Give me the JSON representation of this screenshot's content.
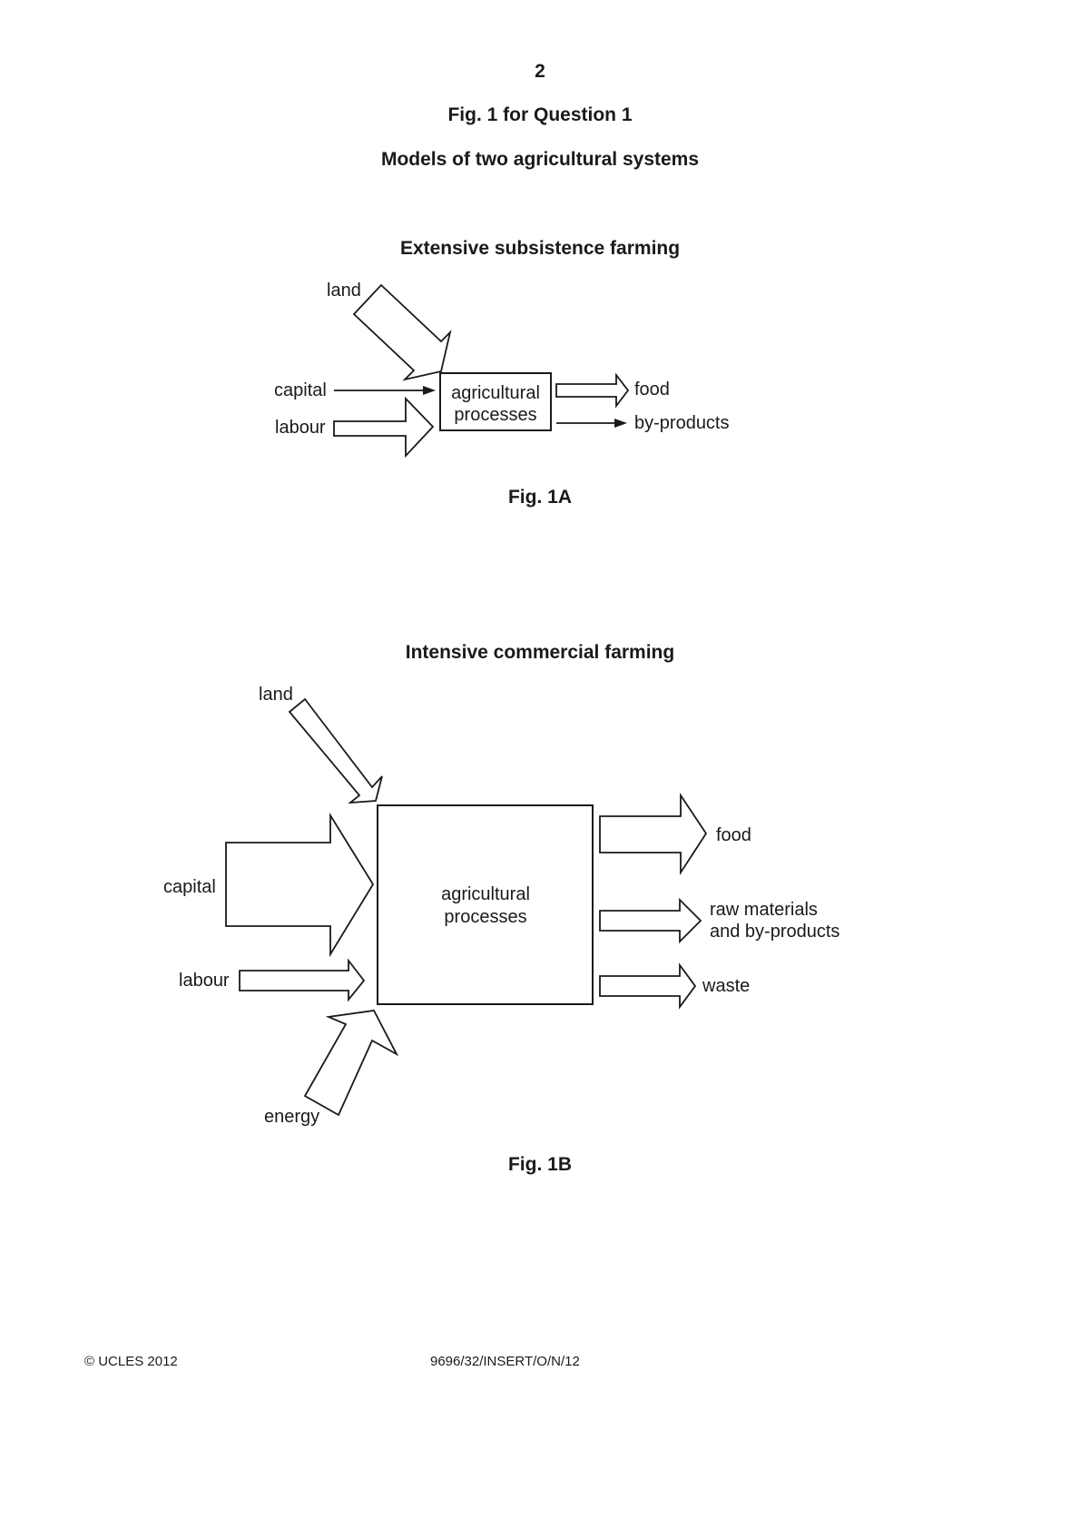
{
  "page": {
    "number": "2",
    "fig_title": "Fig. 1 for Question 1",
    "subtitle": "Models of two agricultural systems"
  },
  "fig_a": {
    "title": "Extensive subsistence farming",
    "caption": "Fig. 1A",
    "box": [
      "agricultural",
      "processes"
    ],
    "inputs": {
      "land": "land",
      "capital": "capital",
      "labour": "labour"
    },
    "outputs": {
      "food": "food",
      "by_products": "by-products"
    }
  },
  "fig_b": {
    "title": "Intensive commercial farming",
    "caption": "Fig. 1B",
    "box": [
      "agricultural",
      "processes"
    ],
    "inputs": {
      "land": "land",
      "capital": "capital",
      "labour": "labour",
      "energy": "energy"
    },
    "outputs": {
      "food": "food",
      "raw_materials": [
        "raw materials",
        "and by-products"
      ],
      "waste": "waste"
    }
  },
  "footer": {
    "copyright": "© UCLES 2012",
    "code": "9696/32/INSERT/O/N/12"
  }
}
